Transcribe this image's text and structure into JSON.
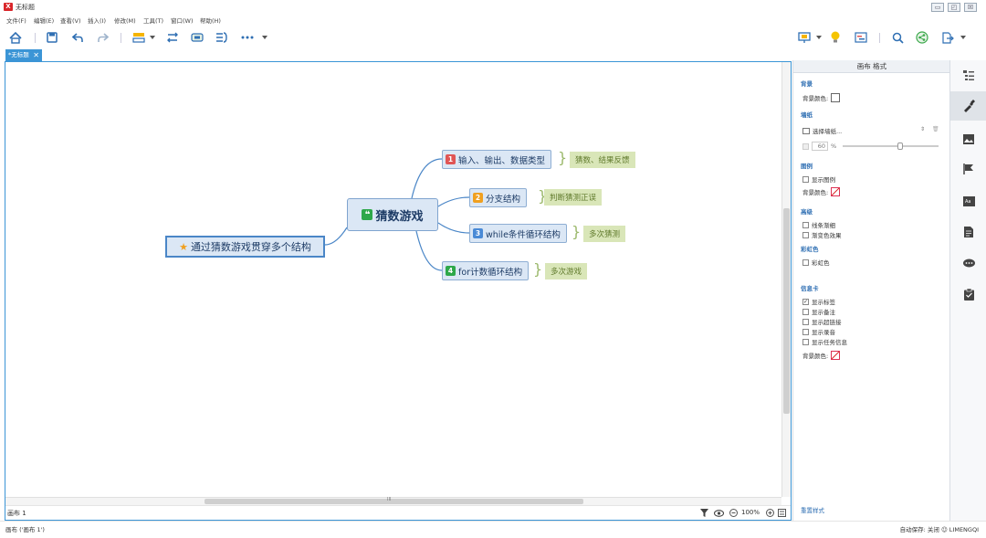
{
  "window": {
    "title": "无标题",
    "logo": "X",
    "controls": [
      "▭",
      "◰",
      "☒"
    ]
  },
  "menu": [
    "文件(F)",
    "编辑(E)",
    "查看(V)",
    "插入(I)",
    "修改(M)",
    "工具(T)",
    "窗口(W)",
    "帮助(H)"
  ],
  "toolbar": {
    "left_icons": [
      "home-icon",
      "save-icon",
      "undo-icon",
      "redo-icon",
      "topic-icon",
      "relationship-icon",
      "boundary-icon",
      "summary-icon",
      "more-icon"
    ],
    "right_icons": [
      "presentation-icon",
      "brainstorm-icon",
      "gantt-icon",
      "search-icon",
      "share-icon",
      "export-icon"
    ]
  },
  "tab": {
    "label": "*无标题"
  },
  "mindmap": {
    "central": {
      "icon": "quote-icon",
      "label": "猜数游戏"
    },
    "root": {
      "label": "通过猜数游戏贯穿多个结构"
    },
    "subtopics": [
      {
        "number": "1",
        "label": "输入、输出、数据类型",
        "badge_color": "#e05555",
        "note": "猜数、结果反馈"
      },
      {
        "number": "2",
        "label": "分支结构",
        "badge_color": "#f0a020",
        "note": "判断猜测正误"
      },
      {
        "number": "3",
        "label": "while条件循环结构",
        "badge_color": "#4a8ad6",
        "note": "多次猜测"
      },
      {
        "number": "4",
        "label": "for计数循环结构",
        "badge_color": "#2ea84a",
        "note": "多次游戏"
      }
    ]
  },
  "canvas_footer": {
    "sheet": "画布 1",
    "zoom": "100%",
    "hscroll_mark": "III"
  },
  "panel": {
    "title": "画布 格式",
    "background": {
      "heading": "背景",
      "color_label": "背景颜色:"
    },
    "wallpaper": {
      "heading": "墙纸",
      "select_label": "选择墙纸...",
      "opacity_value": "60",
      "opacity_unit": "%",
      "opacity_level": 0.6
    },
    "legend": {
      "heading": "图例",
      "show_label": "显示图例",
      "color_label": "背景颜色:"
    },
    "advanced": {
      "heading": "高级",
      "taper_label": "线条渐细",
      "gradient_label": "渐变色效果"
    },
    "rainbow": {
      "heading": "彩虹色",
      "rainbow_label": "彩虹色"
    },
    "infocard": {
      "heading": "信息卡",
      "show_labels": "显示标签",
      "show_notes": "显示备注",
      "show_hyperlinks": "显示超链接",
      "show_audio": "显示录音",
      "show_task": "显示任务信息",
      "color_label": "背景颜色:",
      "show_labels_checked": true
    },
    "reset_link": "重置样式"
  },
  "rightbar_icons": [
    "outline-icon",
    "format-icon",
    "image-icon",
    "marker-icon",
    "style-icon",
    "notes-icon",
    "comment-icon",
    "task-icon"
  ],
  "status": {
    "left": "画布 ('画布 1')",
    "right": "自动保存: 关闭  ☺ LIMENGQI"
  },
  "colors": {
    "accent": "#3b95d6",
    "node_fill": "#dbe7f5",
    "note_fill": "#d9e6b8",
    "branch": "#4a86c7"
  }
}
